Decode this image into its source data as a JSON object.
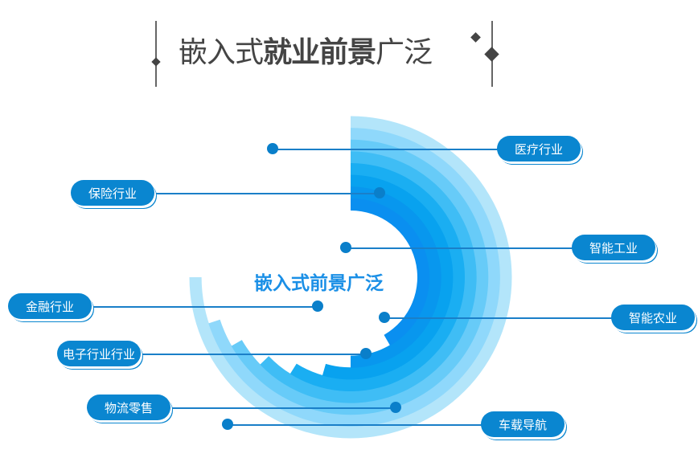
{
  "title": {
    "part1": "嵌入式",
    "part2": "就业前景",
    "part3": "广泛"
  },
  "center_label": "嵌入式前景广泛",
  "colors": {
    "pill": "#0a86d0",
    "rings": [
      "#b3e5fa",
      "#8fd8fb",
      "#67cbf8",
      "#3fbdf5",
      "#1aaef2",
      "#08a2ef",
      "#0897ee",
      "#0a8ff0"
    ]
  },
  "ring_end_angles": [
    270,
    252,
    240,
    226,
    212,
    196,
    180,
    150
  ],
  "labels": [
    {
      "text": "医疗行业"
    },
    {
      "text": "保险行业"
    },
    {
      "text": "智能工业"
    },
    {
      "text": "金融行业"
    },
    {
      "text": "智能农业"
    },
    {
      "text": "电子行业行业"
    },
    {
      "text": "物流零售"
    },
    {
      "text": "车载导航"
    }
  ]
}
